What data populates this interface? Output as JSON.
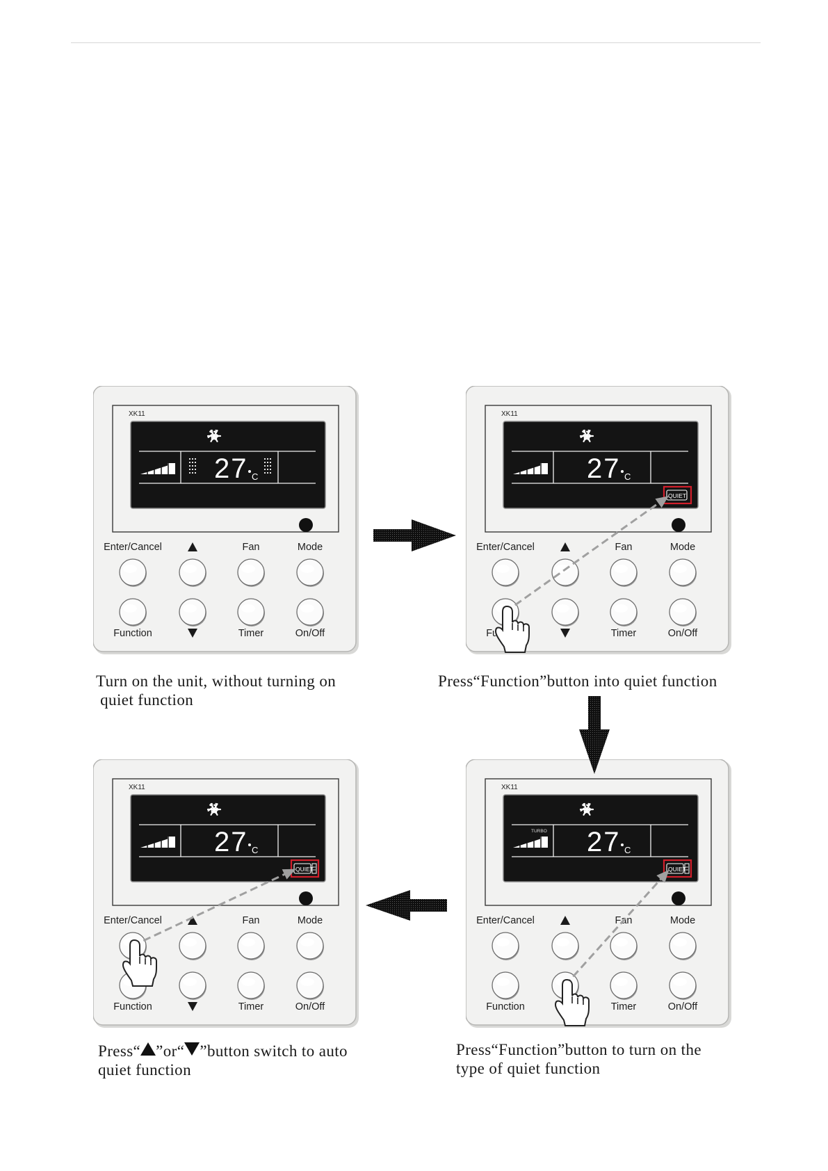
{
  "panels": [
    {
      "model": "XK11",
      "temp_digits": "27",
      "temp_unit": "C",
      "turbo_label": "",
      "quiet_label": "",
      "quiet_variant": "none",
      "highlight_quiet": false,
      "swing_marks": true,
      "buttons": {
        "enter_cancel": "Enter/Cancel",
        "fan": "Fan",
        "mode": "Mode",
        "function": "Function",
        "timer": "Timer",
        "on_off": "On/Off"
      },
      "hand_target": "none",
      "caption_lines": [
        "Turn on the unit, without turning on",
        " quiet function"
      ]
    },
    {
      "model": "XK11",
      "temp_digits": "27",
      "temp_unit": "C",
      "turbo_label": "",
      "quiet_label": "QUIET",
      "quiet_variant": "plain",
      "highlight_quiet": true,
      "swing_marks": false,
      "buttons": {
        "enter_cancel": "Enter/Cancel",
        "fan": "Fan",
        "mode": "Mode",
        "function": "Function",
        "timer": "Timer",
        "on_off": "On/Off"
      },
      "hand_target": "function",
      "caption_lines": [
        "Press“Function”button into quiet function"
      ]
    },
    {
      "model": "XK11",
      "temp_digits": "27",
      "temp_unit": "C",
      "turbo_label": "TURBO",
      "quiet_label": "QUIET",
      "quiet_variant": "boxed",
      "highlight_quiet": true,
      "swing_marks": false,
      "buttons": {
        "enter_cancel": "Enter/Cancel",
        "fan": "Fan",
        "mode": "Mode",
        "function": "Function",
        "timer": "Timer",
        "on_off": "On/Off"
      },
      "hand_target": "down",
      "caption_lines": [
        "Press“Function”button to turn on the",
        "type of quiet function"
      ]
    },
    {
      "model": "XK11",
      "temp_digits": "27",
      "temp_unit": "C",
      "turbo_label": "",
      "quiet_label": "QUIET",
      "quiet_variant": "boxed",
      "highlight_quiet": true,
      "swing_marks": false,
      "buttons": {
        "enter_cancel": "Enter/Cancel",
        "fan": "Fan",
        "mode": "Mode",
        "function": "Function",
        "timer": "Timer",
        "on_off": "On/Off"
      },
      "hand_target": "enter",
      "caption_lines": []
    }
  ],
  "caption_step4": {
    "prefix": "Press“",
    "mid": "”or“",
    "suffix": "”button switch to auto",
    "line2": "quiet function",
    "up_icon": "up-triangle-icon",
    "down_icon": "down-triangle-icon"
  },
  "colors": {
    "lcd": "#141414",
    "highlight": "#d21f2b",
    "panel": "#f2f2f1",
    "arrow": "#a0a0a0"
  }
}
